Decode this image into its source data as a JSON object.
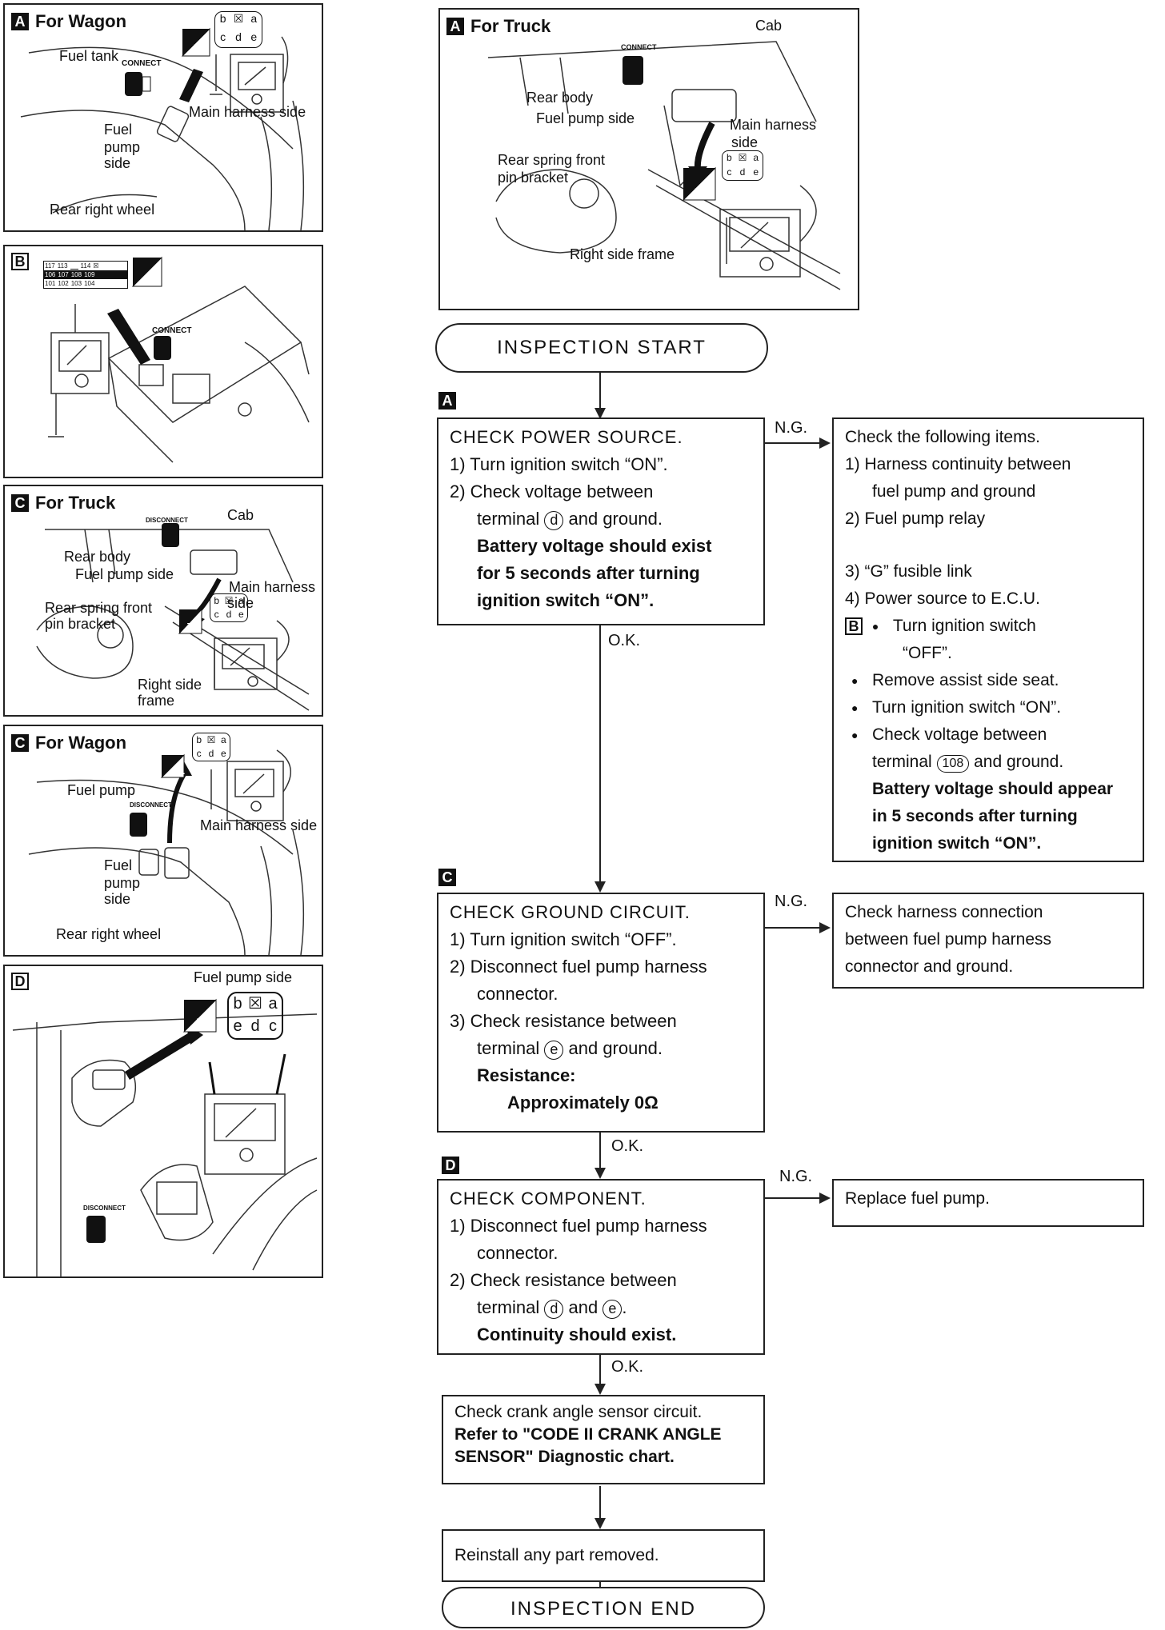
{
  "panels": {
    "a_wagon": {
      "badge": "A",
      "title": "For Wagon",
      "labels": [
        "Fuel tank",
        "Main harness side",
        "Fuel",
        "pump",
        "side",
        "Rear right wheel"
      ],
      "connect": "CONNECT",
      "hs": "H.S",
      "terminals": [
        "b",
        "a",
        "c",
        "d",
        "e"
      ]
    },
    "a_truck": {
      "badge": "A",
      "title": "For Truck",
      "labels": [
        "Cab",
        "Rear body",
        "Fuel pump side",
        "Main harness",
        "side",
        "Rear spring front",
        "pin bracket",
        "Right side frame"
      ],
      "connect": "CONNECT",
      "hs": "H.S",
      "terminals": [
        "b",
        "a",
        "c",
        "d",
        "e"
      ]
    },
    "b": {
      "badge": "B",
      "connect": "CONNECT",
      "hs": "H.S.",
      "terminals_top": [
        "117",
        "113",
        "114"
      ],
      "terminals_bottom": [
        "101",
        "102",
        "103",
        "104"
      ],
      "terminals_mid": [
        "106",
        "107",
        "108",
        "109"
      ]
    },
    "c_truck": {
      "badge": "C",
      "title": "For Truck",
      "labels": [
        "Cab",
        "Rear body",
        "Fuel pump side",
        "Main harness",
        "side",
        "Rear spring front",
        "pin bracket",
        "Right side",
        "frame"
      ],
      "disconnect": "DISCONNECT",
      "ts": "T.S",
      "terminals": [
        "b",
        "a",
        "c",
        "d",
        "e"
      ]
    },
    "c_wagon": {
      "badge": "C",
      "title": "For Wagon",
      "labels": [
        "Fuel pump",
        "Main harness side",
        "Fuel",
        "pump",
        "side",
        "Rear right wheel"
      ],
      "disconnect": "DISCONNECT",
      "ts": "T.S.",
      "terminals": [
        "b",
        "a",
        "c",
        "d",
        "e"
      ]
    },
    "d": {
      "badge": "D",
      "labels": [
        "Fuel pump side"
      ],
      "disconnect": "DISCONNECT",
      "ts": "T.S.",
      "terminals": [
        "b",
        "a",
        "e",
        "d",
        "c"
      ]
    }
  },
  "flow": {
    "start": "INSPECTION START",
    "end": "INSPECTION END",
    "ok": "O.K.",
    "ng": "N.G.",
    "step_a": {
      "badge": "A",
      "title": "CHECK POWER SOURCE.",
      "line1": "1) Turn ignition switch “ON”.",
      "line2": "2) Check voltage between",
      "line3a": "terminal",
      "line3t": "d",
      "line3b": "and ground.",
      "bold1": "Battery voltage should exist",
      "bold2": "for 5 seconds after turning",
      "bold3": "ignition switch “ON”."
    },
    "step_a_ng": {
      "head": "Check the following items.",
      "i1a": "1) Harness continuity between",
      "i1b": "fuel pump and ground",
      "i2": "2) Fuel pump relay",
      "i3": "3) “G” fusible link",
      "i4": "4) Power source to E.C.U.",
      "badge": "B",
      "b1a": "Turn ignition switch",
      "b1b": "“OFF”.",
      "b2": "Remove assist side seat.",
      "b3": "Turn ignition switch “ON”.",
      "b4": "Check voltage between",
      "b5a": "terminal",
      "b5t": "108",
      "b5b": "and ground.",
      "bold1": "Battery voltage should appear",
      "bold2": "in 5 seconds after turning",
      "bold3": "ignition switch “ON”."
    },
    "step_c": {
      "badge": "C",
      "title": "CHECK GROUND CIRCUIT.",
      "l1": "1) Turn ignition switch “OFF”.",
      "l2a": "2) Disconnect fuel pump harness",
      "l2b": "connector.",
      "l3a": "3) Check resistance between",
      "l3b": "terminal",
      "l3t": "e",
      "l3c": "and ground.",
      "bold1": "Resistance:",
      "bold2": "Approximately 0Ω"
    },
    "step_c_ng": {
      "l1": "Check harness connection",
      "l2": "between fuel pump harness",
      "l3": "connector and ground."
    },
    "step_d": {
      "badge": "D",
      "title": "CHECK COMPONENT.",
      "l1a": "1) Disconnect fuel pump harness",
      "l1b": "connector.",
      "l2a": "2) Check resistance between",
      "l2b": "terminal",
      "l2t1": "d",
      "l2c": "and",
      "l2t2": "e",
      "l2d": ".",
      "bold": "Continuity should exist."
    },
    "step_d_ng": "Replace fuel pump.",
    "step_crank": {
      "l1": "Check crank angle sensor circuit.",
      "bold1": "Refer to \"CODE II CRANK ANGLE",
      "bold2": "SENSOR\" Diagnostic chart."
    },
    "reinstall": "Reinstall any part removed."
  }
}
